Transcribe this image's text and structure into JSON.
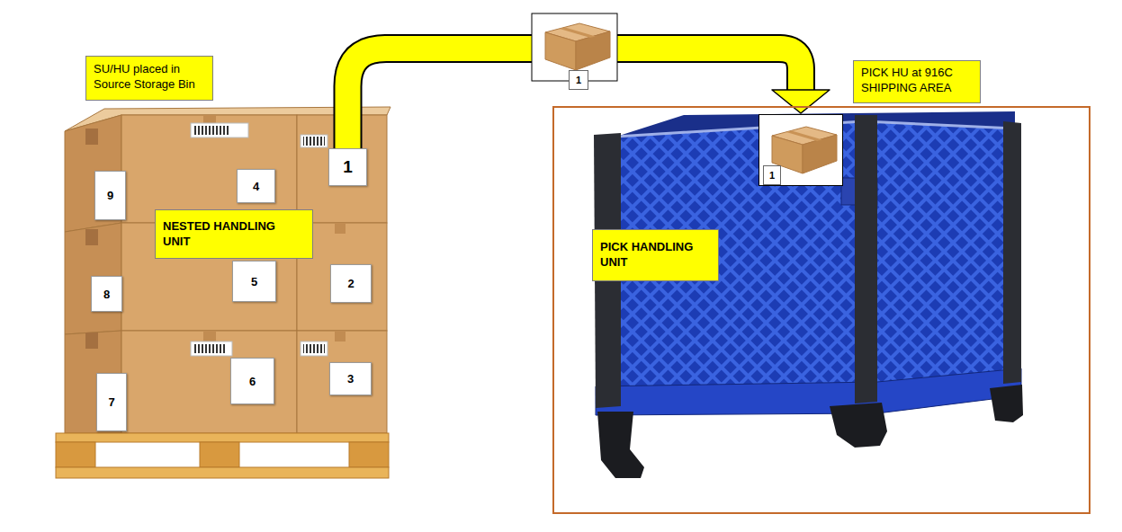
{
  "diagram": {
    "nodes": [
      {
        "text": [
          "SU/HU placed in Source Storage Bin"
        ]
      },
      {
        "text": [
          "NESTED HANDLING UNIT"
        ]
      },
      {
        "text": [
          "9"
        ]
      },
      {
        "text": [
          "4"
        ]
      },
      {
        "text": [
          "1"
        ]
      },
      {
        "text": [
          "8"
        ]
      },
      {
        "text": [
          "5"
        ]
      },
      {
        "text": [
          "2"
        ]
      },
      {
        "text": [
          "7"
        ]
      },
      {
        "text": [
          "6"
        ]
      },
      {
        "text": [
          "3"
        ]
      },
      {
        "text": [
          "PICK HU at 916C SHIPPING AREA"
        ]
      },
      {
        "text": [
          "PICK HANDLING UNIT"
        ],
        "in": 11
      },
      {
        "text": [
          "1"
        ],
        "in": 11
      }
    ],
    "edges": [
      {
        "from": 4,
        "to": 13,
        "arrow": "to",
        "label": "1"
      }
    ]
  }
}
